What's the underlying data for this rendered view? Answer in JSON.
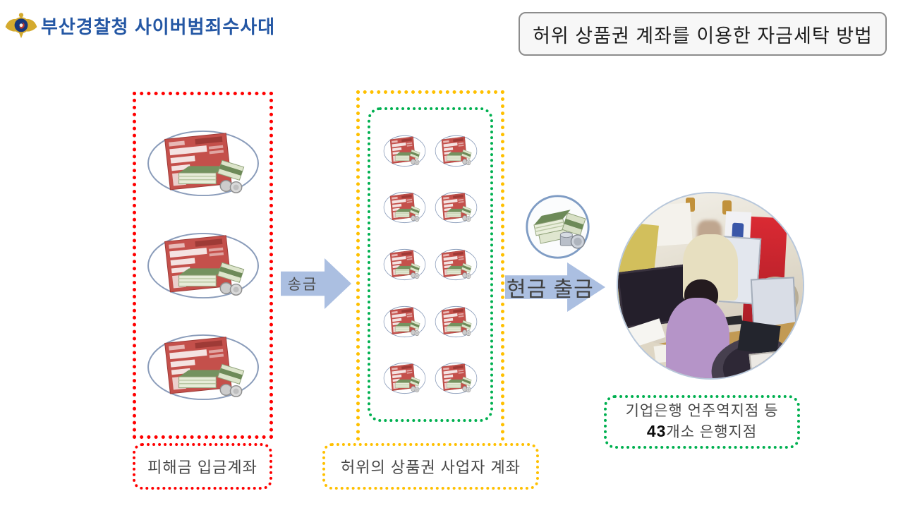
{
  "header": {
    "agency": "부산경찰청 사이버범죄수사대"
  },
  "title_box": {
    "text": "허위 상품권 계좌를 이용한 자금세탁 방법"
  },
  "flow": {
    "transfer_arrow": "송금",
    "withdraw_arrow": "현금 출금",
    "victim_account_label": "피해금 입금계좌",
    "fake_account_label": "허위의 상품권 사업자 계좌",
    "bank_branch_line1": "기업은행 언주역지점 등",
    "bank_branch_count": "43",
    "bank_branch_line2": "개소 은행지점",
    "victim_slip_count": 3,
    "fake_slip_count": 10
  },
  "icons": {
    "logo": "police-emblem-icon",
    "slip": "deposit-slip-money-icon",
    "cash": "cash-bundle-icon",
    "photo": "bank-teller-cctv-photo"
  },
  "colors": {
    "header_blue": "#2457A4",
    "victim_red": "#FF0000",
    "fake_gold": "#FFC000",
    "bank_green": "#00B050",
    "arrow_blue": "#ABBFE1"
  }
}
